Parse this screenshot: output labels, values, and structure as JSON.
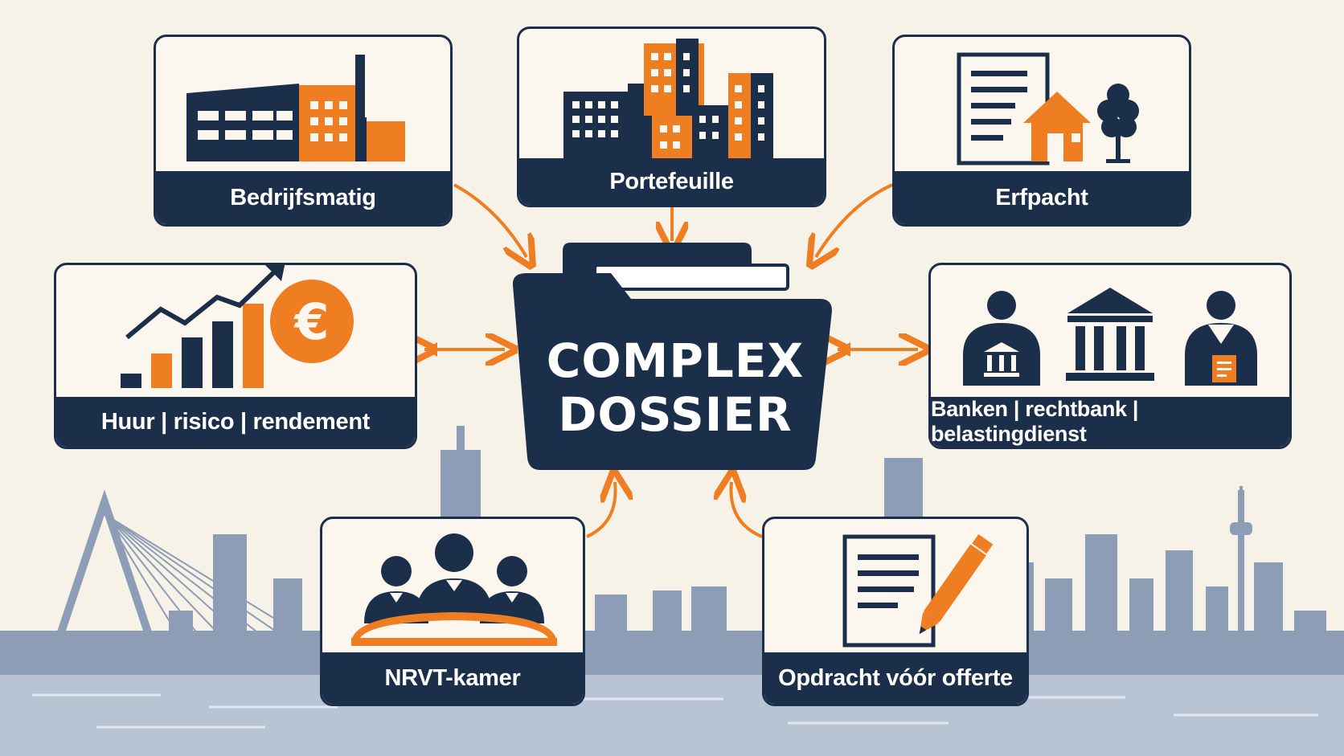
{
  "center": {
    "title_line1": "COMPLEX",
    "title_line2": "DOSSIER"
  },
  "cards": {
    "bedrijfsmatig": {
      "label": "Bedrijfsmatig",
      "icon": "industrial-building-icon"
    },
    "portefeuille": {
      "label": "Portefeuille",
      "icon": "building-cluster-icon"
    },
    "erfpacht": {
      "label": "Erfpacht",
      "icon": "document-house-tree-icon"
    },
    "huur": {
      "label": "Huur | risico | rendement",
      "icon": "growth-chart-euro-icon"
    },
    "banken": {
      "label": "Banken | rechtbank | belastingdienst",
      "icon": "bank-court-tax-icon"
    },
    "nrvt": {
      "label": "NRVT-kamer",
      "icon": "group-chamber-icon"
    },
    "opdracht": {
      "label": "Opdracht vóór offerte",
      "icon": "document-pencil-icon"
    }
  },
  "colors": {
    "navy": "#1b2f4b",
    "orange": "#ef7d22",
    "cream": "#f7f2e8",
    "skyline": "#8d9db5",
    "water": "#b8c4d4"
  }
}
